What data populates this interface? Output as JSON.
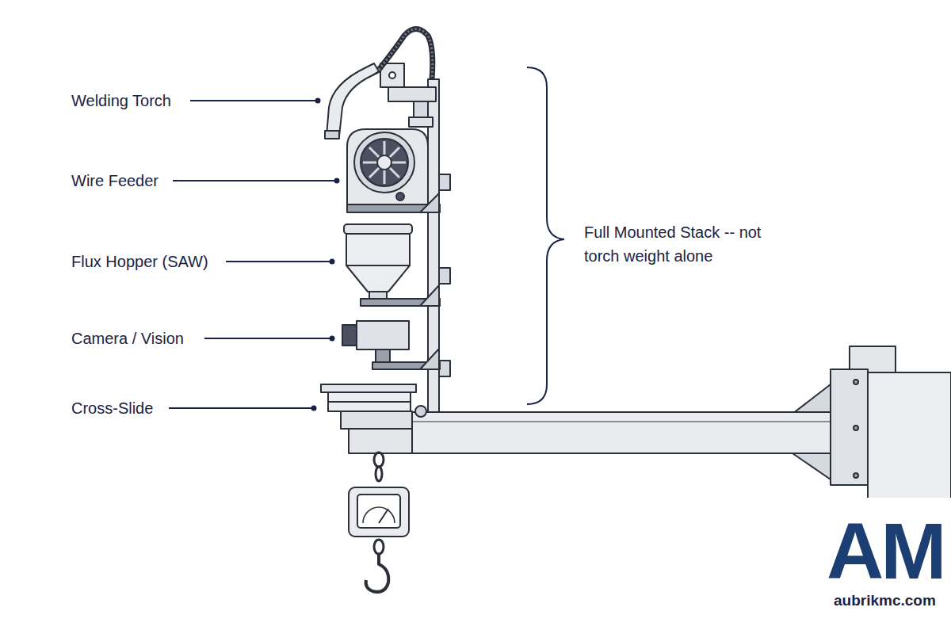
{
  "diagram": {
    "labels": [
      "Welding Torch",
      "Wire Feeder",
      "Flux Hopper (SAW)",
      "Camera / Vision",
      "Cross-Slide",
      "Full Mounted Stack -- not torch weight alone",
      "AM",
      "aubrikmc.com"
    ]
  }
}
